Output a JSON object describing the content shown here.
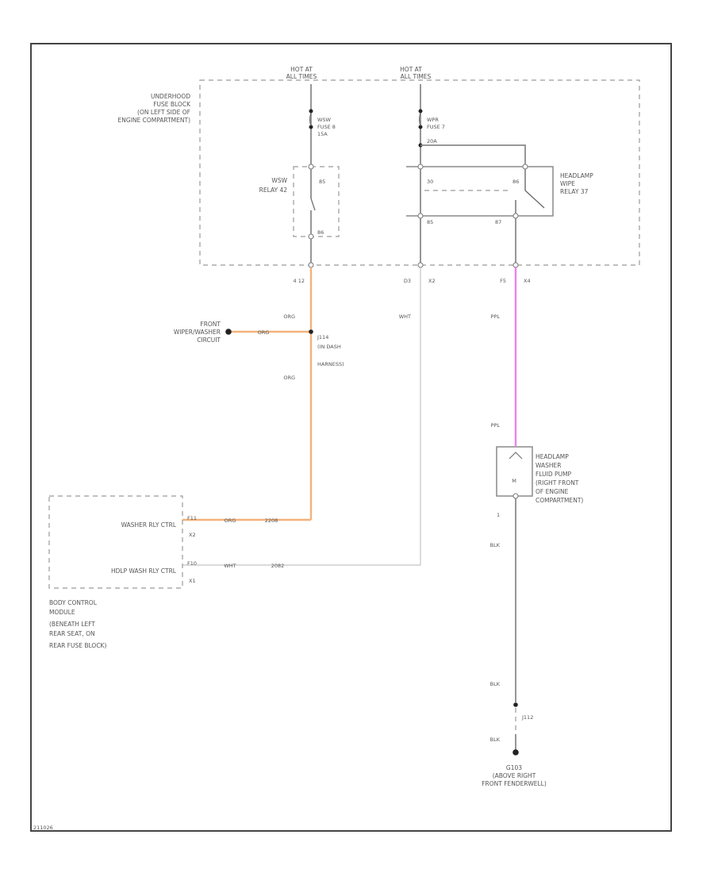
{
  "feeds": {
    "left": {
      "line1": "HOT AT",
      "line2": "ALL TIMES"
    },
    "right": {
      "line1": "HOT AT",
      "line2": "ALL TIMES"
    }
  },
  "fuse_block": {
    "lines": [
      "UNDERHOOD",
      "FUSE BLOCK",
      "(ON LEFT SIDE OF",
      "ENGINE COMPARTMENT)"
    ]
  },
  "fuse_wsw": {
    "lines": [
      "WSW",
      "FUSE 8",
      "15A"
    ]
  },
  "fuse_wpr": {
    "lines": [
      "WPR",
      "FUSE 7",
      "20A"
    ]
  },
  "relay_wsw": {
    "lines": [
      "WSW",
      "RELAY 42"
    ],
    "pin_top": "85",
    "pin_bottom": "86"
  },
  "relay_hdlp": {
    "lines": [
      "HEADLAMP",
      "WIPE",
      "RELAY 37"
    ],
    "pin_tl": "30",
    "pin_tr": "86",
    "pin_bl": "85",
    "pin_br": "87"
  },
  "connectors": {
    "c1": "4 12",
    "c2a": "D3",
    "c2b": "X2",
    "c3a": "F5",
    "c3b": "X4",
    "x2": "X2",
    "x1": "X1",
    "j1": "1"
  },
  "wires": {
    "org1": "ORG",
    "org2": "ORG",
    "org3": "ORG",
    "org4": "ORG",
    "wht1": "WHT",
    "wht2": "WHT",
    "ppl1": "PPL",
    "ppl2": "PPL",
    "blk1": "BLK",
    "blk2": "BLK",
    "blk3": "BLK",
    "n1": "2208",
    "n2": "2082"
  },
  "front_wiper": {
    "lines": [
      "FRONT",
      "WIPER/WASHER",
      "CIRCUIT"
    ]
  },
  "splice": {
    "lines": [
      "J114",
      "(IN DASH",
      "HARNESS)"
    ]
  },
  "bcm": {
    "row1": "WASHER RLY CTRL",
    "row1_pin": "F11",
    "row2": "HDLP WASH RLY CTRL",
    "row2_pin": "F10",
    "lines": [
      "BODY CONTROL",
      "MODULE",
      "(BENEATH LEFT",
      "REAR SEAT, ON",
      "REAR FUSE BLOCK)"
    ]
  },
  "pump": {
    "lines": [
      "HEADLAMP",
      "WASHER",
      "FLUID PUMP",
      "(RIGHT FRONT",
      "OF ENGINE",
      "COMPARTMENT)"
    ],
    "code": "M"
  },
  "ground": {
    "splice": "J112",
    "lines": [
      "G103",
      "(ABOVE RIGHT",
      "FRONT FENDERWELL)"
    ]
  },
  "footer": {
    "code": "211026"
  },
  "colors": {
    "org": "#f2b27a",
    "ppl": "#f07ff0",
    "wht": "#cfcfcf",
    "frame": "#444444"
  }
}
